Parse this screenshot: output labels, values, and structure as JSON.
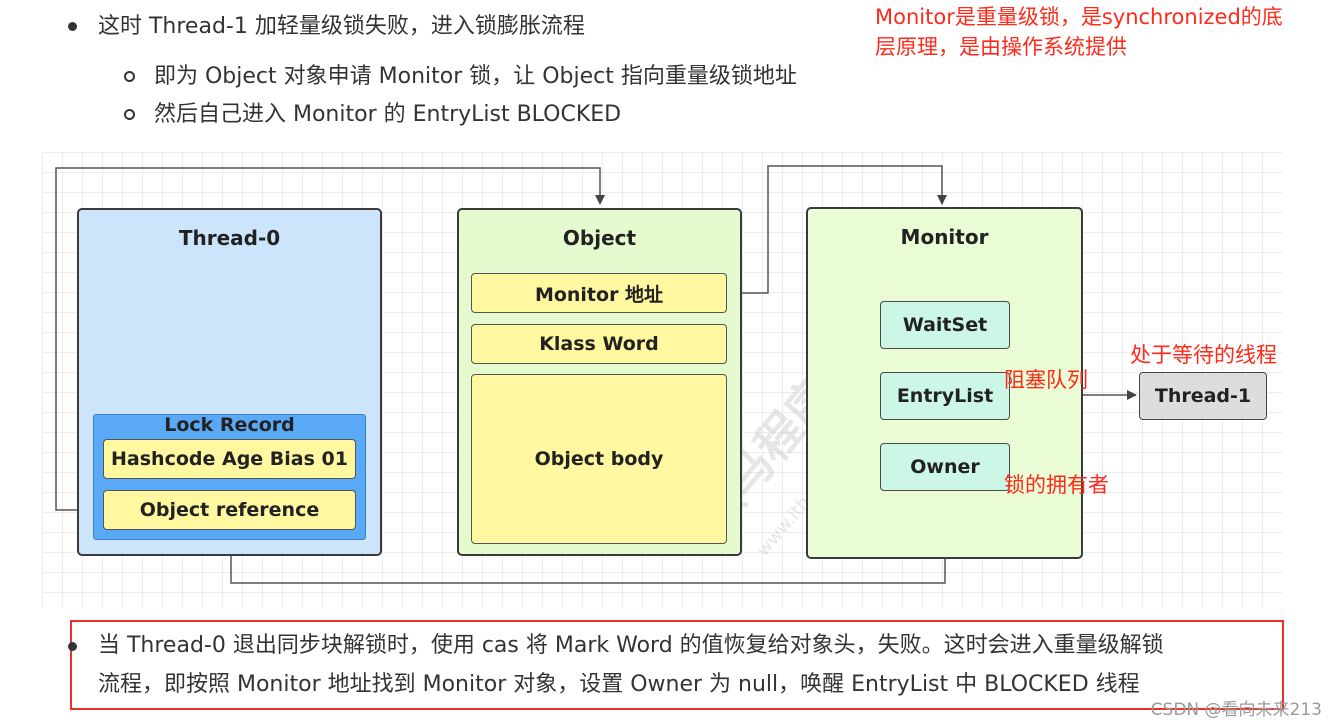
{
  "intro": {
    "bullet_1": "这时 Thread-1 加轻量级锁失败，进入锁膨胀流程",
    "sub_bullet_1": "即为 Object 对象申请 Monitor 锁，让 Object 指向重量级锁地址",
    "sub_bullet_2": "然后自己进入 Monitor 的 EntryList BLOCKED"
  },
  "side_note": {
    "line_1": "Monitor是重量级锁，是synchronized的底",
    "line_2": "层原理，是由操作系统提供"
  },
  "diagram": {
    "thread0": {
      "title": "Thread-0",
      "lock_record_title": "Lock Record",
      "hashcode_label": "Hashcode Age Bias 01",
      "object_reference_label": "Object reference"
    },
    "object": {
      "title": "Object",
      "monitor_address_label": "Monitor 地址",
      "klass_word_label": "Klass Word",
      "object_body_label": "Object body"
    },
    "monitor": {
      "title": "Monitor",
      "waitset_label": "WaitSet",
      "entrylist_label": "EntryList",
      "owner_label": "Owner"
    },
    "thread1_label": "Thread-1",
    "annotations": {
      "waiting_thread": "处于等待的线程",
      "blocking_queue": "阻塞队列",
      "lock_owner": "锁的拥有者"
    },
    "watermark": "黑马程序员",
    "watermark_sub": "www.itheima.com"
  },
  "conclusion": {
    "line_1": "当 Thread-0 退出同步块解锁时，使用 cas 将 Mark Word 的值恢复给对象头，失败。这时会进入重量级解锁",
    "line_2": "流程，即按照 Monitor 地址找到 Monitor 对象，设置 Owner 为 null，唤醒 EntryList 中 BLOCKED 线程"
  },
  "footer": "CSDN @看向未来213",
  "colors": {
    "annotation_red": "#ff2a1a",
    "thread_panel": "#cde5fb",
    "lock_record": "#5aa9f6",
    "object_panel": "#e6fad0",
    "monitor_panel": "#e9fcd6",
    "field_yellow": "#fff8a0",
    "monitor_field": "#ccf6e6",
    "thread1_box": "#dddddd",
    "frame_red": "#e8322a"
  }
}
